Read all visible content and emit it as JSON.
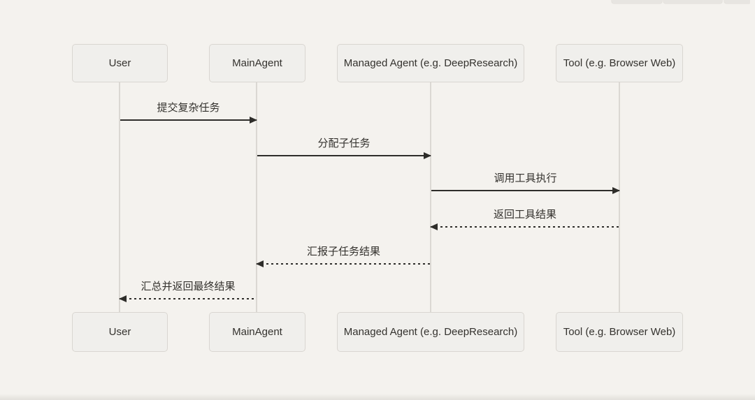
{
  "window": {
    "background_color": "#f4f2ee",
    "toolbar_fragment": {
      "description": "bottom edge of three toolbar buttons clipped at top-right of screenshot",
      "segment_count": 3,
      "color": "#e7e5e1"
    }
  },
  "diagram": {
    "type": "sequence",
    "colors": {
      "box_fill": "#f0efec",
      "box_border": "#d9d6d1",
      "lifeline": "#dbd8d3",
      "arrow": "#2e2d2a",
      "text": "#34322e"
    },
    "actors": [
      {
        "id": "user",
        "label": "User"
      },
      {
        "id": "main-agent",
        "label": "MainAgent"
      },
      {
        "id": "managed-agent",
        "label": "Managed Agent (e.g. DeepResearch)"
      },
      {
        "id": "tool",
        "label": "Tool (e.g. Browser Web)"
      }
    ],
    "messages": [
      {
        "label": "提交复杂任务",
        "from": "User",
        "to": "MainAgent",
        "line": "solid",
        "direction": "right"
      },
      {
        "label": "分配子任务",
        "from": "MainAgent",
        "to": "Managed Agent (e.g. DeepResearch)",
        "line": "solid",
        "direction": "right"
      },
      {
        "label": "调用工具执行",
        "from": "Managed Agent (e.g. DeepResearch)",
        "to": "Tool (e.g. Browser Web)",
        "line": "solid",
        "direction": "right"
      },
      {
        "label": "返回工具结果",
        "from": "Tool (e.g. Browser Web)",
        "to": "Managed Agent (e.g. DeepResearch)",
        "line": "dashed",
        "direction": "left"
      },
      {
        "label": "汇报子任务结果",
        "from": "Managed Agent (e.g. DeepResearch)",
        "to": "MainAgent",
        "line": "dashed",
        "direction": "left"
      },
      {
        "label": "汇总并返回最终结果",
        "from": "MainAgent",
        "to": "User",
        "line": "dashed",
        "direction": "left"
      }
    ]
  }
}
